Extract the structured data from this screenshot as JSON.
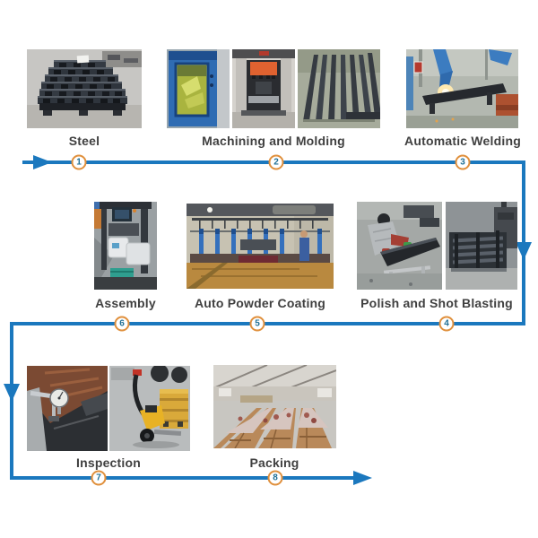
{
  "flow": {
    "line_color": "#1b78be",
    "badge_ring_color": "#e0903d",
    "badge_number_color": "#1e6f96",
    "label_color": "#404040",
    "steps": [
      {
        "number": "1",
        "label": "Steel"
      },
      {
        "number": "2",
        "label": "Machining and Molding"
      },
      {
        "number": "3",
        "label": "Automatic Welding"
      },
      {
        "number": "4",
        "label": "Polish and Shot Blasting"
      },
      {
        "number": "5",
        "label": "Auto Powder Coating"
      },
      {
        "number": "6",
        "label": "Assembly"
      },
      {
        "number": "7",
        "label": "Inspection"
      },
      {
        "number": "8",
        "label": "Packing"
      }
    ]
  }
}
